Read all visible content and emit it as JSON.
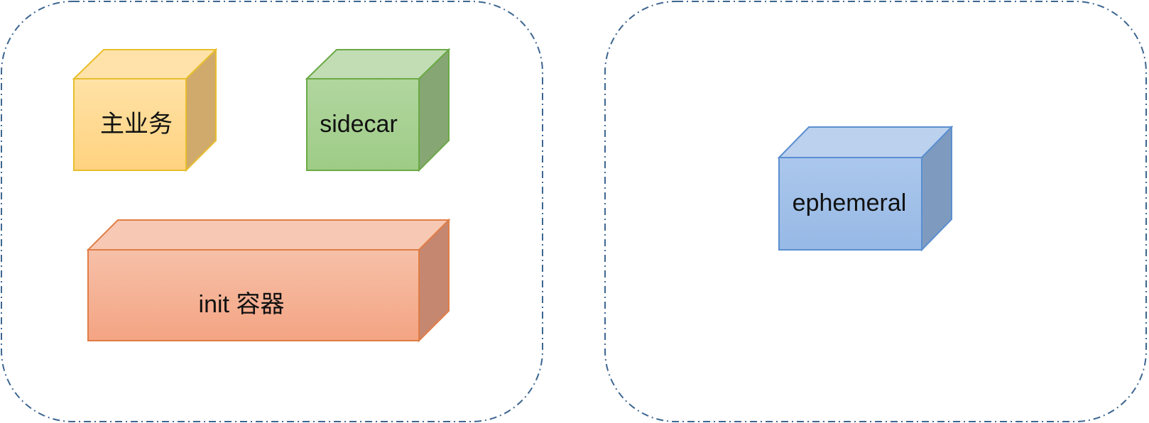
{
  "groups": [
    {
      "id": "left"
    },
    {
      "id": "right"
    }
  ],
  "cubes": {
    "main": {
      "label": "主业务",
      "colors": {
        "front_top": "#FFE2A6",
        "front_bottom": "#FFD27F",
        "top": "#FFE2AA",
        "side": "#CFAA6C",
        "stroke": "#E8BE2C"
      }
    },
    "sidecar": {
      "label": "sidecar",
      "colors": {
        "front_top": "#B1D69F",
        "front_bottom": "#9ECC86",
        "top": "#C2DDB4",
        "side": "#86A674",
        "stroke": "#6BA945"
      }
    },
    "init": {
      "label": "init 容器",
      "colors": {
        "front_top": "#F6C0A8",
        "front_bottom": "#F4A483",
        "top": "#F7C8B4",
        "side": "#C58770",
        "stroke": "#E07D45"
      }
    },
    "ephemeral": {
      "label": "ephemeral",
      "colors": {
        "front_top": "#ABC7EC",
        "front_bottom": "#97B9E5",
        "top": "#BCD1EE",
        "side": "#7E9BBF",
        "stroke": "#5B8FD0"
      }
    }
  },
  "border_color": "#3D6690"
}
